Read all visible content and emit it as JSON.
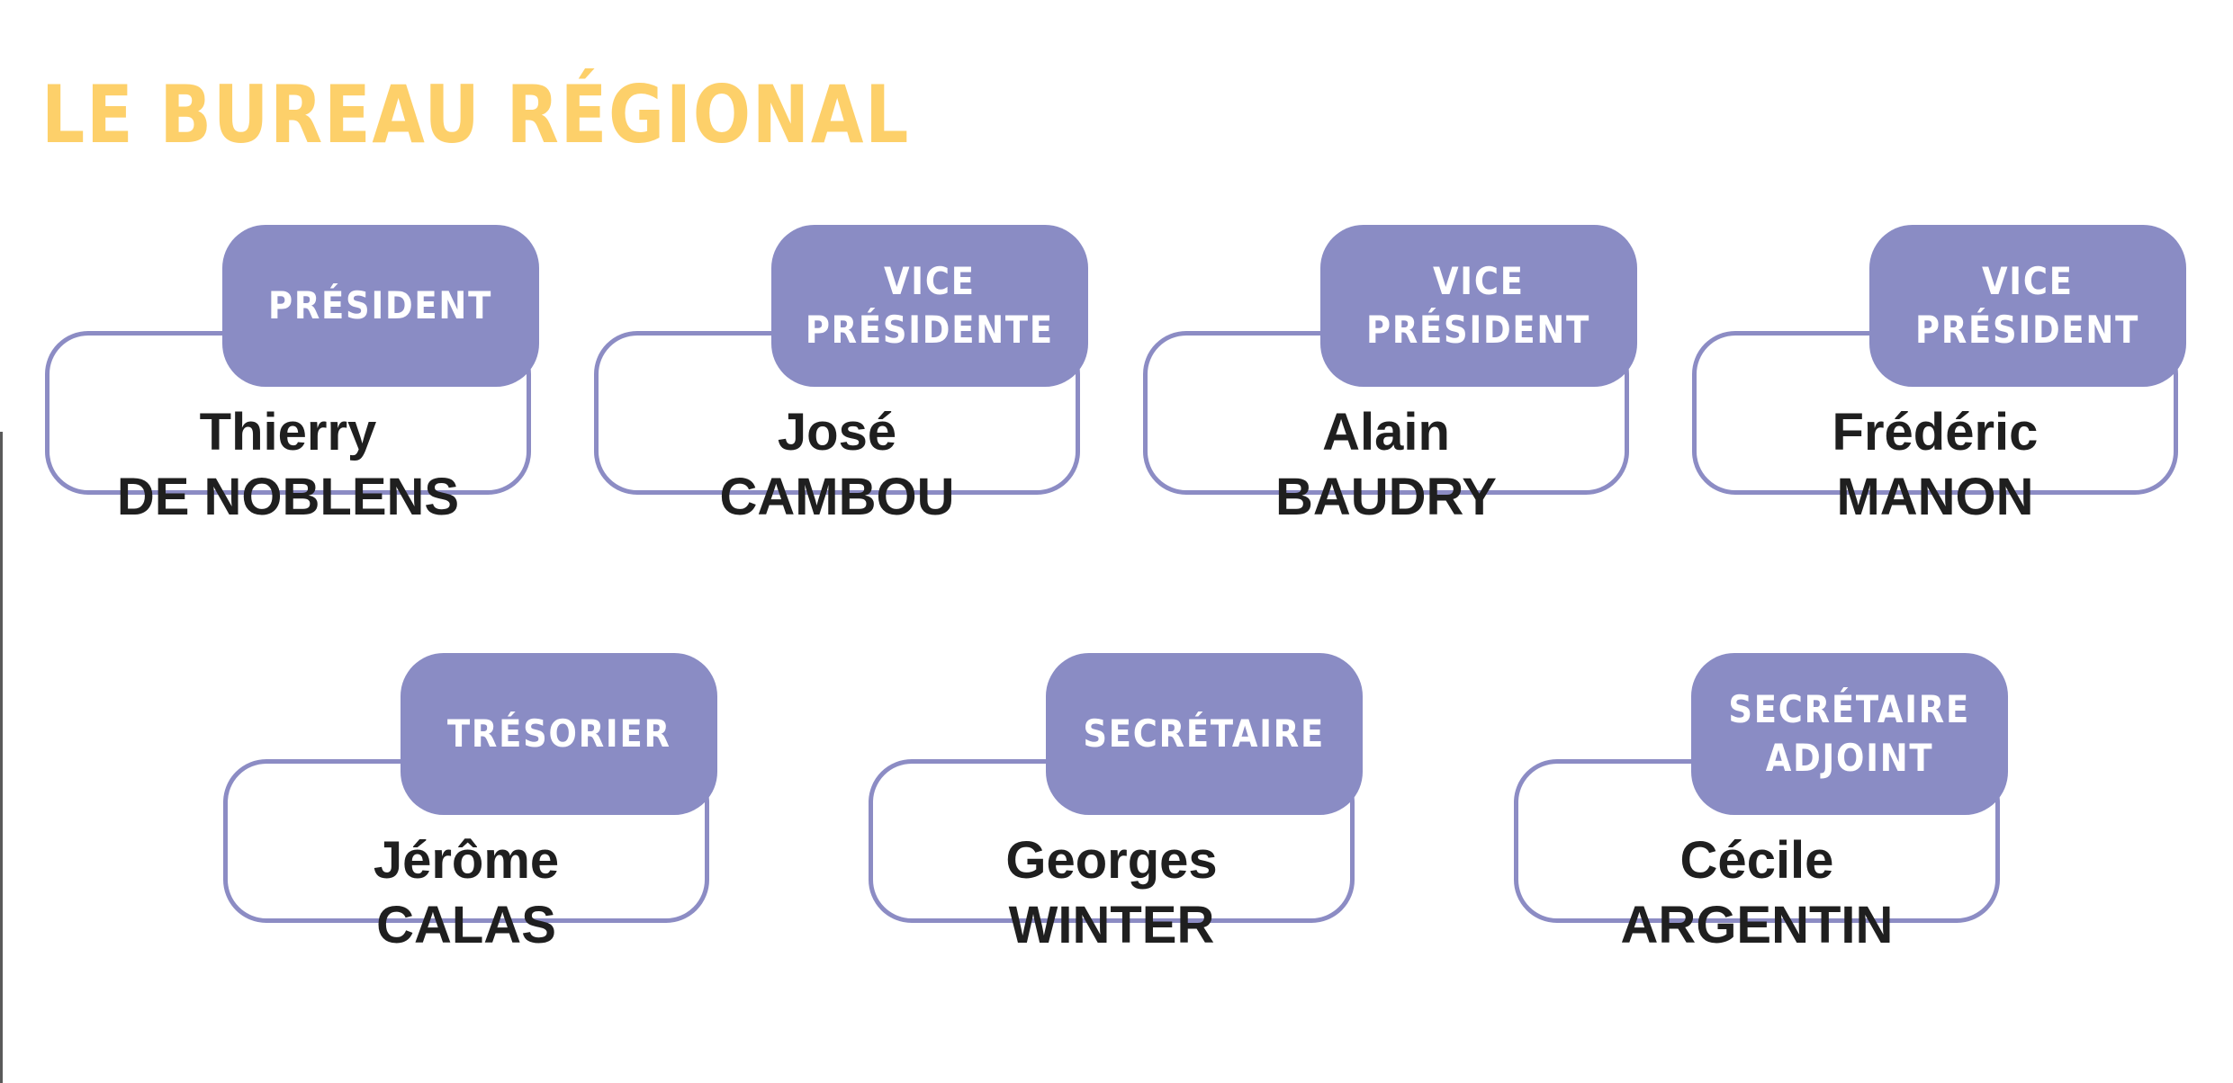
{
  "title": "LE BUREAU RÉGIONAL",
  "colors": {
    "title": "#fdd06a",
    "accent": "#8a8cc4",
    "text": "#1f1f1f"
  },
  "members": [
    {
      "role_line1": "PRÉSIDENT",
      "role_line2": "",
      "first_name": "Thierry",
      "last_name": "DE NOBLENS"
    },
    {
      "role_line1": "VICE",
      "role_line2": "PRÉSIDENTE",
      "first_name": "José",
      "last_name": "CAMBOU"
    },
    {
      "role_line1": "VICE",
      "role_line2": "PRÉSIDENT",
      "first_name": "Alain",
      "last_name": "BAUDRY"
    },
    {
      "role_line1": "VICE",
      "role_line2": "PRÉSIDENT",
      "first_name": "Frédéric",
      "last_name": "MANON"
    },
    {
      "role_line1": "TRÉSORIER",
      "role_line2": "",
      "first_name": "Jérôme",
      "last_name": "CALAS"
    },
    {
      "role_line1": "SECRÉTAIRE",
      "role_line2": "",
      "first_name": "Georges",
      "last_name": "WINTER"
    },
    {
      "role_line1": "SECRÉTAIRE",
      "role_line2": "ADJOINT",
      "first_name": "Cécile",
      "last_name": "ARGENTIN"
    }
  ]
}
